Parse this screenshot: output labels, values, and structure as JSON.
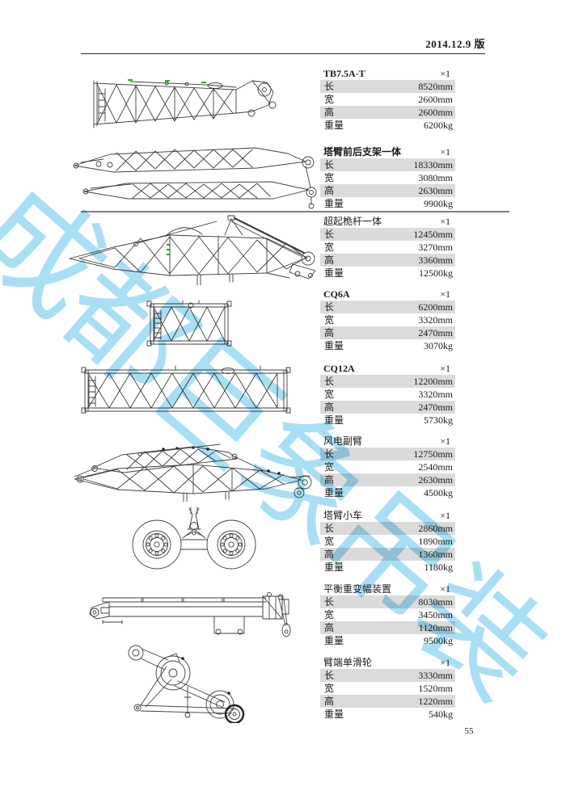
{
  "page": {
    "edition": "2014.12.9 版",
    "page_number": "55"
  },
  "watermark": {
    "text": "成都巨象吊装",
    "color": "#A9DFF5"
  },
  "row_labels": [
    "长",
    "宽",
    "高",
    "重量"
  ],
  "sections": [
    {
      "title": "TB7.5A-T",
      "qty": "×1",
      "values": [
        "8520mm",
        "2600mm",
        "2600mm",
        "6200kg"
      ],
      "drawing": "boom-tip-section"
    },
    {
      "title": "塔臂前后支架一体",
      "qty": "×1",
      "values": [
        "18330mm",
        "3080mm",
        "2630mm",
        "9900kg"
      ],
      "drawing": "tower-jib-support-assembly"
    },
    {
      "title": "超起桅杆一体",
      "qty": "×1",
      "values": [
        "12450mm",
        "3270mm",
        "3360mm",
        "12500kg"
      ],
      "drawing": "superlift-mast-assembly"
    },
    {
      "title": "CQ6A",
      "qty": "×1",
      "values": [
        "6200mm",
        "3320mm",
        "2470mm",
        "3070kg"
      ],
      "drawing": "lattice-insert-cq6a"
    },
    {
      "title": "CQ12A",
      "qty": "×1",
      "values": [
        "12200mm",
        "3320mm",
        "2470mm",
        "5730kg"
      ],
      "drawing": "lattice-insert-cq12a"
    },
    {
      "title": "风电副臂",
      "qty": "×1",
      "values": [
        "12750mm",
        "2540mm",
        "2630mm",
        "4500kg"
      ],
      "drawing": "wind-power-jib"
    },
    {
      "title": "塔臂小车",
      "qty": "×1",
      "values": [
        "2860mm",
        "1890mm",
        "1360mm",
        "1180kg"
      ],
      "drawing": "tower-jib-trolley"
    },
    {
      "title": "平衡重变幅装置",
      "qty": "×1",
      "values": [
        "8030mm",
        "3450mm",
        "1120mm",
        "9500kg"
      ],
      "drawing": "counterweight-luffing-device"
    },
    {
      "title": "臂端单滑轮",
      "qty": "×1",
      "values": [
        "3330mm",
        "1520mm",
        "1220mm",
        "540kg"
      ],
      "drawing": "boom-head-single-sheave"
    }
  ],
  "colors": {
    "row_shade": "#DBDBDB",
    "separator": "#808080",
    "watermark": "#A9DFF5",
    "line": "#3f3f3f"
  }
}
